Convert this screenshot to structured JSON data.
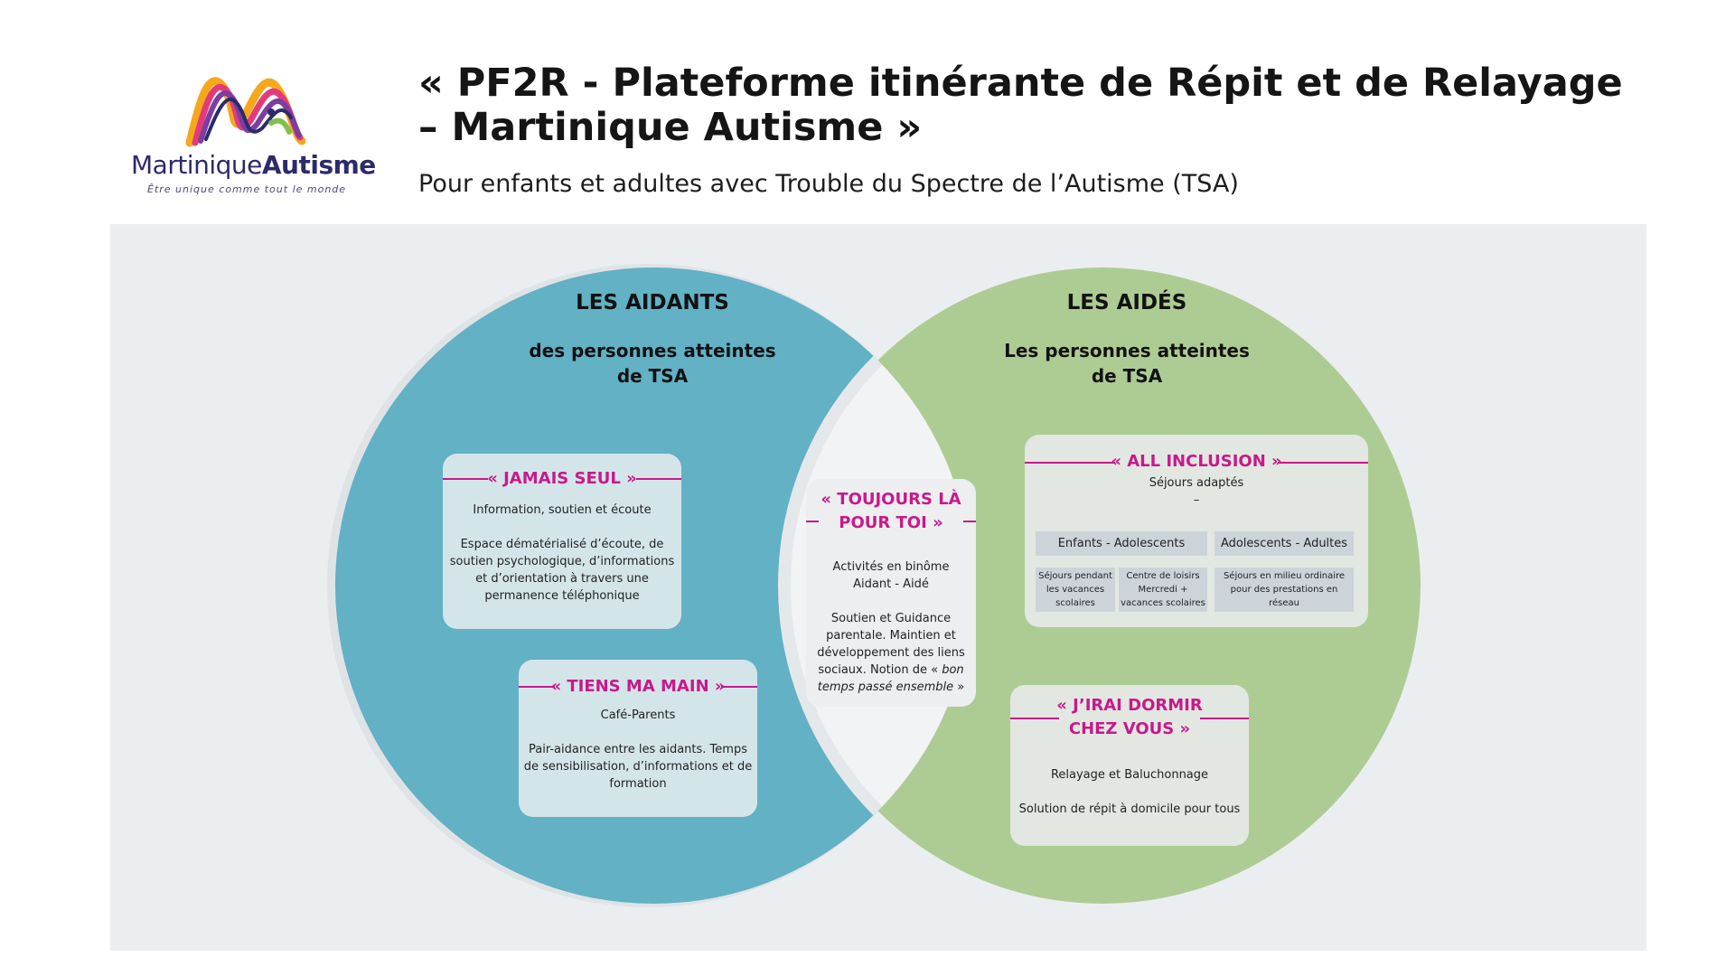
{
  "logo": {
    "name_regular": "Martinique",
    "name_bold": "Autisme",
    "tagline": "Être unique comme tout le monde"
  },
  "header": {
    "title": "« PF2R - Plateforme itinérante de Répit et de Relayage – Martinique Autisme »",
    "subtitle": "Pour enfants et adultes avec Trouble du Spectre de l’Autisme (TSA)"
  },
  "colors": {
    "left_circle": "#62b1c5",
    "right_circle": "#adcc94",
    "overlap": "#f2f3f5",
    "accent": "#c8198a",
    "panel": "#ebeef0"
  },
  "aidants": {
    "title": "LES AIDANTS",
    "subtitle_line1": "des personnes atteintes",
    "subtitle_line2": "de TSA",
    "jamais_seul": {
      "heading": "« JAMAIS SEUL »",
      "line1": "Information, soutien et écoute",
      "line2": "Espace dématérialisé d’écoute, de soutien psychologique, d’informations et d’orientation à travers une permanence téléphonique"
    },
    "tiens_ma_main": {
      "heading": "« TIENS MA MAIN »",
      "line1": "Café-Parents",
      "line2": "Pair-aidance entre les aidants. Temps de sensibilisation, d’informations et de formation"
    }
  },
  "center": {
    "heading_line1": "« TOUJOURS LÀ",
    "heading_line2": "POUR TOI »",
    "line1": "Activités en binôme Aidant - Aidé",
    "line2_start": "Soutien et Guidance parentale. Maintien et développement des liens sociaux. Notion de «",
    "line2_italic": "bon temps passé ensemble",
    "line2_end": "»"
  },
  "aides": {
    "title": "LES AIDÉS",
    "subtitle_line1": "Les personnes atteintes",
    "subtitle_line2": "de TSA",
    "all_inclusion": {
      "heading": "« ALL INCLUSION »",
      "line1": "Séjours adaptés",
      "dash": "–",
      "chip_left": "Enfants - Adolescents",
      "chip_right": "Adolescents - Adultes",
      "mini1": "Séjours pendant les vacances scolaires",
      "mini2": "Centre de loisirs Mercredi + vacances scolaires",
      "mini3": "Séjours en milieu ordinaire pour des prestations en réseau"
    },
    "jirai_dormir": {
      "heading_line1": "« J’IRAI DORMIR",
      "heading_line2": "CHEZ VOUS »",
      "line1": "Relayage et Baluchonnage",
      "line2": "Solution de répit à domicile pour tous"
    }
  }
}
